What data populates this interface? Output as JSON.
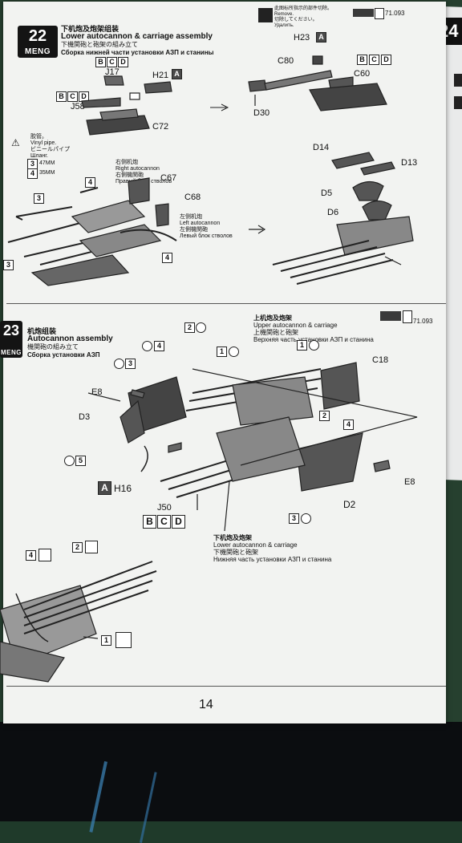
{
  "step22": {
    "number": "22",
    "brand": "MENG",
    "title_zh": "下机炮及炮架组装",
    "title_en": "Lower autocannon & carriage assembly",
    "title_ja": "下機関砲と砲架の組み立て",
    "title_ru": "Сборка нижней части установки АЗП и станины",
    "remove_zh": "此图标所指示的部件切除。",
    "remove_en": "Remove.",
    "remove_ja": "切除してください。",
    "remove_ru": "Удалить.",
    "paint_code": "71.093",
    "vinyl_note_zh": "胶管。",
    "vinyl_note_en": "Vinyl pipe.",
    "vinyl_note_ja": "ビニールパイプ",
    "vinyl_note_ru": "Шланг.",
    "size_3": "47MM",
    "size_4": "35MM",
    "right_zh": "右侧机炮",
    "right_en": "Right autocannon",
    "right_ja": "右側機関砲",
    "right_ru": "Правый блок стволов",
    "left_zh": "左侧机炮",
    "left_en": "Left autocannon",
    "left_ja": "左側機関砲",
    "left_ru": "Левый блок стволов",
    "labels": {
      "j17": "J17",
      "h21": "H21",
      "j58": "J58",
      "c72": "C72",
      "h23": "H23",
      "c80": "C80",
      "c60": "C60",
      "d30": "D30",
      "c67": "C67",
      "c68": "C68",
      "d14": "D14",
      "d13": "D13",
      "d5": "D5",
      "d6": "D6"
    }
  },
  "step23": {
    "number": "23",
    "brand": "MENG",
    "title_zh": "机炮组装",
    "title_en": "Autocannon assembly",
    "title_ja": "機関砲の組み立て",
    "title_ru": "Сборка установки АЗП",
    "upper_zh": "上机炮及炮架",
    "upper_en": "Upper autocannon & carriage",
    "upper_ja": "上機関砲と砲架",
    "upper_ru": "Верхняя часть установки АЗП и станина",
    "lower_zh": "下机炮及炮架",
    "lower_en": "Lower autocannon & carriage",
    "lower_ja": "下機関砲と砲架",
    "lower_ru": "Нижняя часть установки АЗП и станина",
    "paint_code": "71.093",
    "labels": {
      "c18": "C18",
      "e8_left": "E8",
      "d3": "D3",
      "e8_right": "E8",
      "h16": "H16",
      "j50": "J50",
      "d2": "D2"
    }
  },
  "page_number": "14",
  "next_page_number": "24",
  "box_letters": {
    "a": "A",
    "b": "B",
    "c": "C",
    "d": "D"
  },
  "step_numbers": [
    "1",
    "2",
    "3",
    "4",
    "5"
  ],
  "colors": {
    "paint_swatch": "#3a3a3a",
    "page": "#f2f3f1",
    "badge": "#141414"
  }
}
